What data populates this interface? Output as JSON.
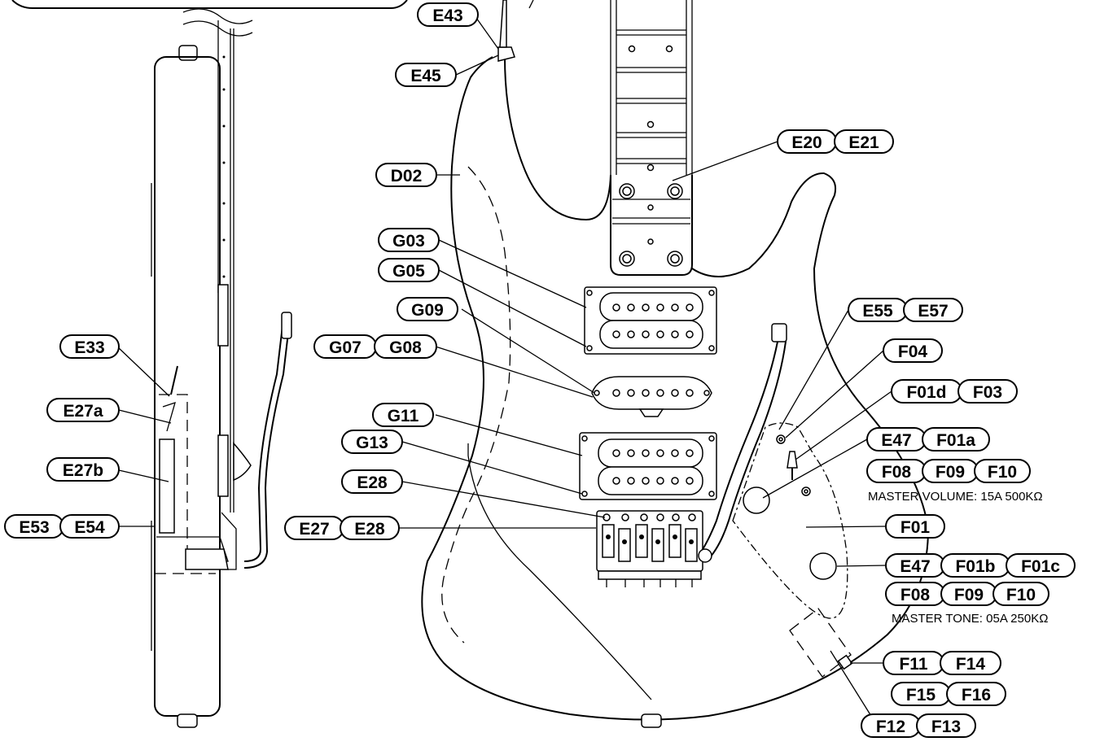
{
  "labels": {
    "E43": "E43",
    "E45": "E45",
    "D02": "D02",
    "E20": "E20",
    "E21": "E21",
    "G03": "G03",
    "G05": "G05",
    "G09": "G09",
    "G07": "G07",
    "G08": "G08",
    "G11": "G11",
    "G13": "G13",
    "E28a": "E28",
    "E27": "E27",
    "E28b": "E28",
    "E33": "E33",
    "E27a": "E27a",
    "E27b": "E27b",
    "E53": "E53",
    "E54": "E54",
    "E55": "E55",
    "E57": "E57",
    "F04": "F04",
    "F01d": "F01d",
    "F03": "F03",
    "E47a": "E47",
    "F01a": "F01a",
    "F08a": "F08",
    "F09a": "F09",
    "F10a": "F10",
    "F01": "F01",
    "E47b": "E47",
    "F01b": "F01b",
    "F01c": "F01c",
    "F08b": "F08",
    "F09b": "F09",
    "F10b": "F10",
    "F11": "F11",
    "F14": "F14",
    "F15": "F15",
    "F16": "F16",
    "F12": "F12",
    "F13": "F13"
  },
  "notes": {
    "master_volume": "MASTER VOLUME: 15A 500KΩ",
    "master_tone": "MASTER TONE: 05A 250KΩ"
  }
}
